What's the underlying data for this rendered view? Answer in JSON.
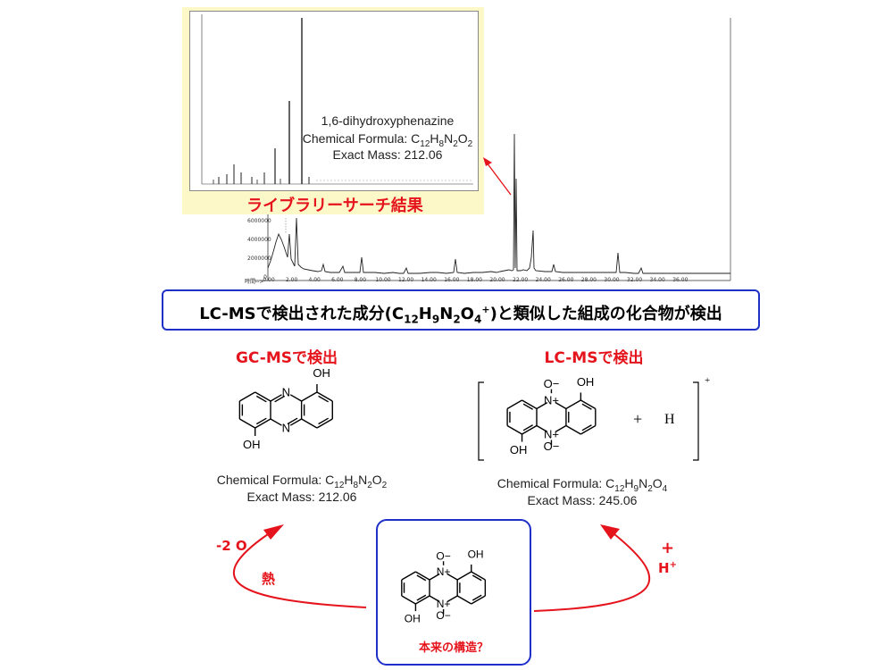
{
  "library": {
    "compound_name": "1,6-dihydroxyphenazine",
    "formula_label": "Chemical Formula: ",
    "formula_parts": [
      "C",
      "12",
      "H",
      "8",
      "N",
      "2",
      "O",
      "2"
    ],
    "mass_text": "Exact Mass: 212.06",
    "caption": "ライブラリーサーチ結果"
  },
  "chromatogram": {
    "y_ticks": [
      "6000000",
      "4000000",
      "2000000",
      "0"
    ],
    "x_ticks": [
      "0.00",
      "2.00",
      "4.00",
      "6.00",
      "8.00",
      "10.00",
      "12.00",
      "14.00",
      "16.00",
      "18.00",
      "20.00",
      "22.00",
      "24.00",
      "26.00",
      "28.00",
      "30.00",
      "32.00",
      "34.00",
      "36.00"
    ],
    "x_axis_prefix": "時間-->"
  },
  "banner": {
    "pre": "LC-MSで検出された成分(C",
    "s1": "12",
    "h": "H",
    "s2": "9",
    "n": "N",
    "s3": "2",
    "o": "O",
    "s4": "4",
    "sup": "+",
    "post": ")と類似した組成の化合物が検出"
  },
  "gc": {
    "title": "GC-MSで検出",
    "formula_label": "Chemical Formula: ",
    "formula_parts": [
      "C",
      "12",
      "H",
      "8",
      "N",
      "2",
      "O",
      "2"
    ],
    "mass_text": "Exact Mass: 212.06"
  },
  "lc": {
    "title": "LC-MSで検出",
    "formula_label": "Chemical Formula: ",
    "formula_parts": [
      "C",
      "12",
      "H",
      "9",
      "N",
      "2",
      "O",
      "4"
    ],
    "mass_text": "Exact Mass: 245.06",
    "plus_text": "+",
    "h_text": "H",
    "bracket_charge": "+"
  },
  "center": {
    "caption": "本来の構造？"
  },
  "arrows": {
    "left_top": "-2 O",
    "left_bottom": "熱",
    "right_top": "+",
    "right_bottom_base": "H",
    "right_bottom_sup": "+"
  },
  "atom_labels": {
    "oh": "OH",
    "n": "N",
    "n_plus": "N+",
    "o_minus": "O−"
  },
  "colors": {
    "accent_red": "#e5141c",
    "frame_blue": "#1f2fc9",
    "library_bg": "#fdf8c8"
  }
}
